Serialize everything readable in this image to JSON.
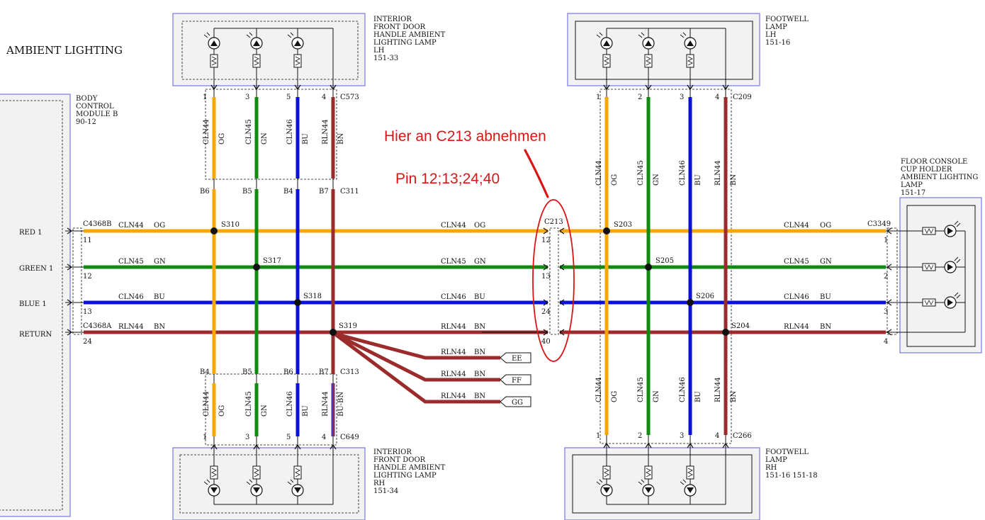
{
  "page_title": "AMBIENT LIGHTING",
  "colors": {
    "OG": "#f7a800",
    "GN": "#128a12",
    "BU": "#0a10d8",
    "BN": "#9c2c2c",
    "BU-BN": "#4438c8",
    "annotation": "#d81616",
    "module_border": "#7777dd",
    "module_fill": "#f2f2f2"
  },
  "annotation": {
    "line1": "Hier an C213 abnehmen",
    "line2": "Pin 12;13;24;40"
  },
  "modules": {
    "bcm": [
      "BODY",
      "CONTROL",
      "MODULE B",
      "90-12"
    ],
    "door_lh": [
      "INTERIOR",
      "FRONT DOOR",
      "HANDLE AMBIENT",
      "LIGHTING LAMP",
      "LH",
      "151-33"
    ],
    "door_rh": [
      "INTERIOR",
      "FRONT DOOR",
      "HANDLE AMBIENT",
      "LIGHTING LAMP",
      "RH",
      "151-34"
    ],
    "footwell_lh": [
      "FOOTWELL",
      "LAMP",
      "LH",
      "151-16"
    ],
    "footwell_rh": [
      "FOOTWELL",
      "LAMP",
      "RH",
      "151-16    151-18"
    ],
    "cup_holder": [
      "FLOOR CONSOLE",
      "CUP HOLDER",
      "AMBIENT LIGHTING",
      "LAMP",
      "151-17"
    ]
  },
  "bcm_signals": [
    "RED 1",
    "GREEN 1",
    "BLUE 1",
    "RETURN"
  ],
  "connectors": {
    "c4368b": "C4368B",
    "c4368a": "C4368A",
    "c573": "C573",
    "c311": "C311",
    "c313": "C313",
    "c649": "C649",
    "c213": "C213",
    "c209": "C209",
    "c266": "C266",
    "c3349": "C3349"
  },
  "splices": {
    "s310": "S310",
    "s317": "S317",
    "s318": "S318",
    "s319": "S319",
    "s203": "S203",
    "s205": "S205",
    "s206": "S206",
    "s204": "S204"
  },
  "pins": {
    "bcm": [
      "11",
      "12",
      "13",
      "24"
    ],
    "c213": [
      "12",
      "13",
      "24",
      "40"
    ],
    "c3349": [
      "1",
      "2",
      "3",
      "4"
    ],
    "c573": [
      "1",
      "3",
      "5",
      "4"
    ],
    "c311": [
      "B6",
      "B5",
      "B4",
      "B7"
    ],
    "c313": [
      "B4",
      "B5",
      "B6",
      "B7"
    ],
    "c649": [
      "1",
      "3",
      "5",
      "4"
    ],
    "c209": [
      "1",
      "2",
      "3",
      "4"
    ],
    "c266": [
      "1",
      "2",
      "3",
      "4"
    ]
  },
  "wires": {
    "h": [
      {
        "circuit": "CLN44",
        "color": "OG"
      },
      {
        "circuit": "CLN45",
        "color": "GN"
      },
      {
        "circuit": "CLN46",
        "color": "BU"
      },
      {
        "circuit": "RLN44",
        "color": "BN"
      }
    ],
    "door_lh": [
      {
        "circuit": "CLN44",
        "color": "OG"
      },
      {
        "circuit": "CLN45",
        "color": "GN"
      },
      {
        "circuit": "CLN46",
        "color": "BU"
      },
      {
        "circuit": "RLN44",
        "color": "BN"
      }
    ],
    "door_rh": [
      {
        "circuit": "CLN44",
        "color": "OG"
      },
      {
        "circuit": "CLN45",
        "color": "GN"
      },
      {
        "circuit": "CLN46",
        "color": "BU"
      },
      {
        "circuit": "RLN44",
        "color": "BU-BN"
      }
    ],
    "footwell": [
      {
        "circuit": "CLN44",
        "color": "OG"
      },
      {
        "circuit": "CLN45",
        "color": "GN"
      },
      {
        "circuit": "CLN46",
        "color": "BU"
      },
      {
        "circuit": "RLN44",
        "color": "BN"
      }
    ]
  },
  "branches": [
    {
      "circuit": "RLN44",
      "color": "BN",
      "dest": "EE"
    },
    {
      "circuit": "RLN44",
      "color": "BN",
      "dest": "FF"
    },
    {
      "circuit": "RLN44",
      "color": "BN",
      "dest": "GG"
    }
  ]
}
